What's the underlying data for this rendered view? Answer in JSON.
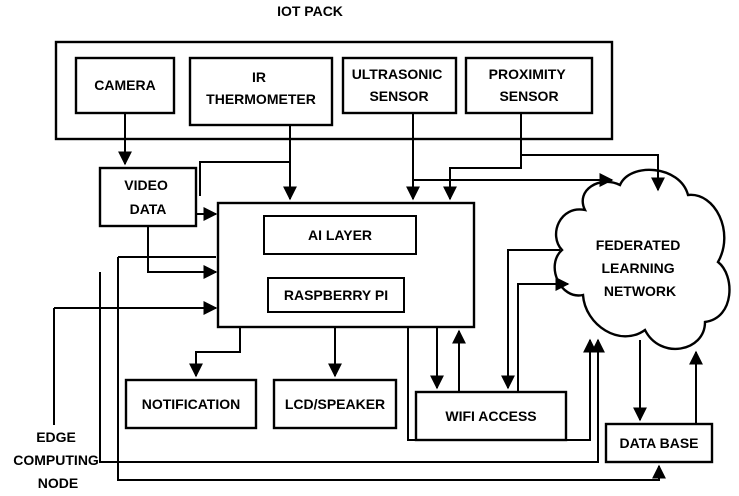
{
  "title": "IOT PACK",
  "nodes": {
    "camera": [
      "CAMERA"
    ],
    "ir_thermometer": [
      "IR",
      "THERMOMETER"
    ],
    "ultrasonic_sensor": [
      "ULTRASONIC",
      "SENSOR"
    ],
    "proximity_sensor": [
      "PROXIMITY",
      "SENSOR"
    ],
    "video_data": [
      "VIDEO",
      "DATA"
    ],
    "ai_layer": [
      "AI LAYER"
    ],
    "raspberry_pi": [
      "RASPBERRY PI"
    ],
    "federated_learning_network": [
      "FEDERATED",
      "LEARNING",
      "NETWORK"
    ],
    "notification": [
      "NOTIFICATION"
    ],
    "lcd_speaker": [
      "LCD/SPEAKER"
    ],
    "wifi_access": [
      "WIFI ACCESS"
    ],
    "data_base": [
      "DATA BASE"
    ],
    "edge_computing_node": [
      "EDGE",
      "COMPUTING",
      "NODE"
    ]
  }
}
